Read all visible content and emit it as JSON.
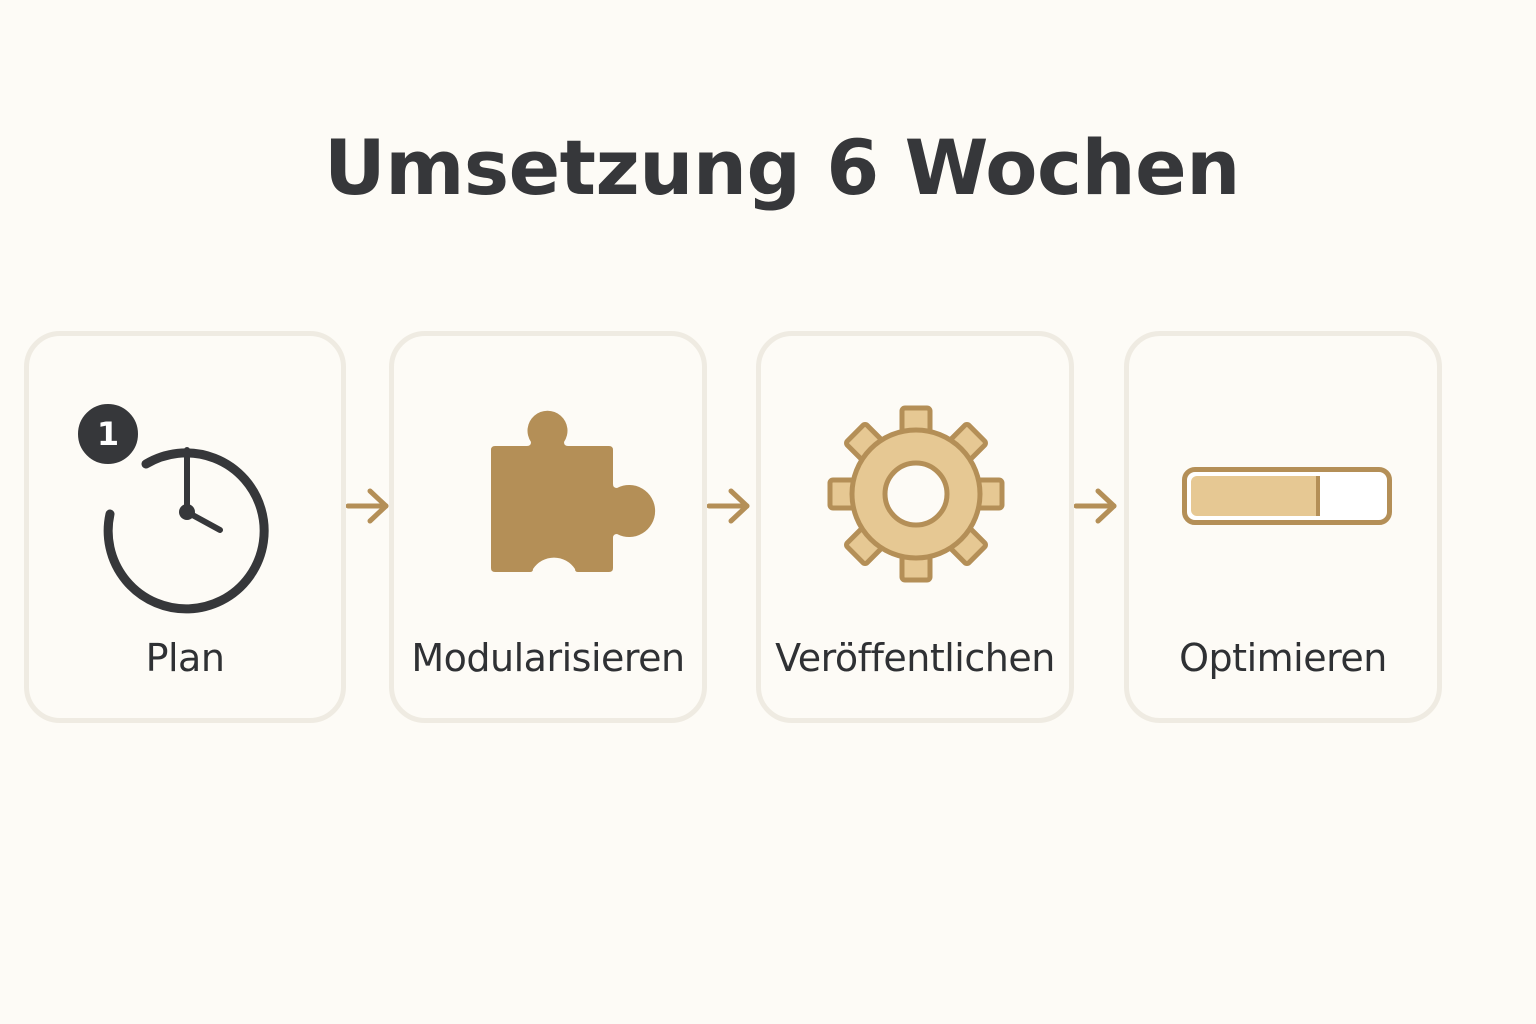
{
  "title": "Umsetzung 6 Wochen",
  "accent_color": "#b48f57",
  "steps": [
    {
      "label": "Plan",
      "icon": "clock-icon",
      "badge": "1"
    },
    {
      "label": "Modularisieren",
      "icon": "puzzle-piece-icon"
    },
    {
      "label": "Veröffentlichen",
      "icon": "gear-icon"
    },
    {
      "label": "Optimieren",
      "icon": "progress-bar-icon",
      "progress": 0.65
    }
  ]
}
